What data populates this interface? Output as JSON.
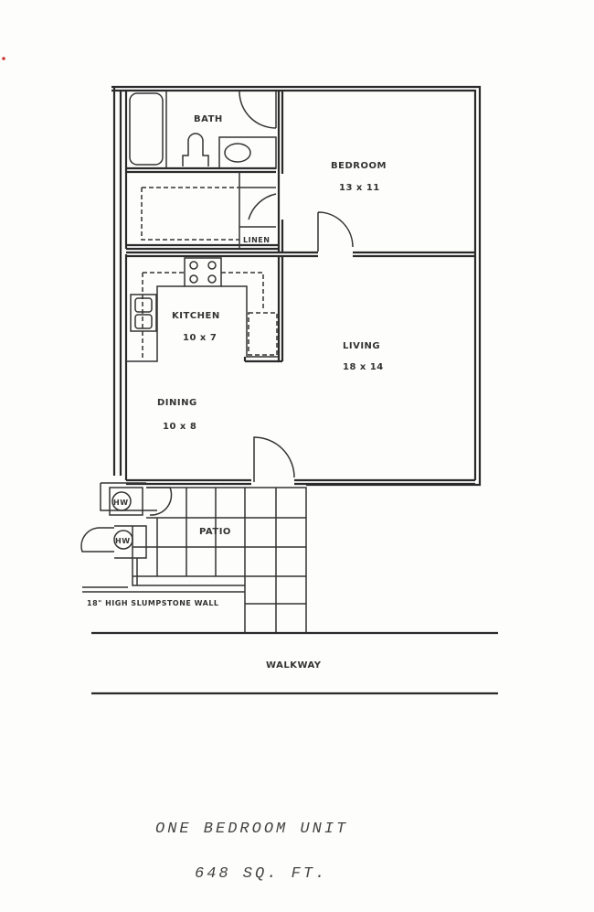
{
  "plan": {
    "rooms": {
      "bath": "BATH",
      "bedroom": "BEDROOM",
      "bedroom_size": "13 x 11",
      "linen": "LINEN",
      "kitchen": "KITCHEN",
      "kitchen_size": "10 x 7",
      "living": "LIVING",
      "living_size": "18 x 14",
      "dining": "DINING",
      "dining_size": "10 x 8",
      "patio": "PATIO",
      "water_heater_1": "HW",
      "water_heater_2": "HW",
      "wall": "18\" HIGH SLUMPSTONE WALL",
      "walkway": "WALKWAY"
    },
    "caption": {
      "title": "ONE BEDROOM UNIT",
      "area": "648 SQ. FT."
    }
  }
}
